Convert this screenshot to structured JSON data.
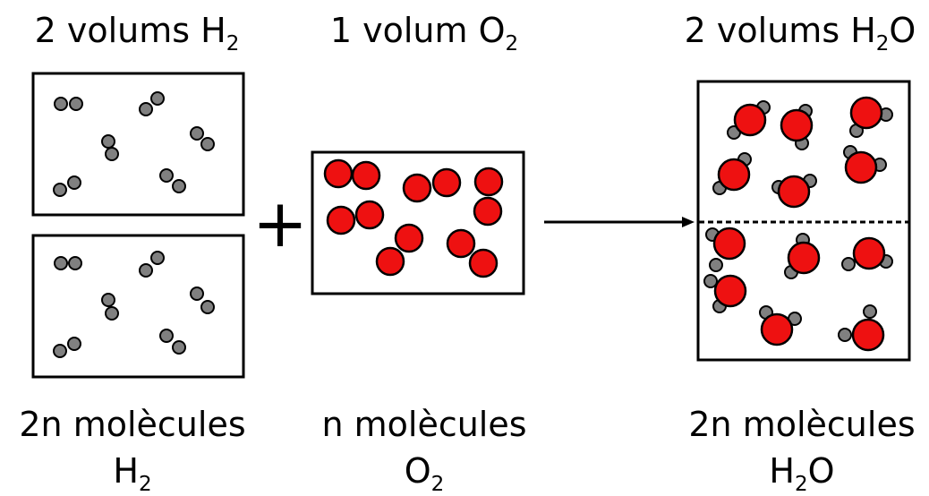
{
  "top_labels": {
    "h2": {
      "text": "2 volums H",
      "sub": "2",
      "after": ""
    },
    "o2": {
      "text": "1 volum O",
      "sub": "2",
      "after": ""
    },
    "h2o": {
      "text": "2 volums H",
      "sub": "2",
      "after": "O"
    }
  },
  "bottom_labels": {
    "h2": {
      "line1": "2n molècules",
      "text": "H",
      "sub": "2",
      "after": ""
    },
    "o2": {
      "line1": "n molècules",
      "text": "O",
      "sub": "2",
      "after": ""
    },
    "h2o": {
      "line1": "2n molècules",
      "text": "H",
      "sub": "2",
      "after": "O"
    }
  },
  "operator": "+",
  "colors": {
    "hydrogen": "#808080",
    "oxygen": "#ee1111",
    "outline": "#000000"
  }
}
